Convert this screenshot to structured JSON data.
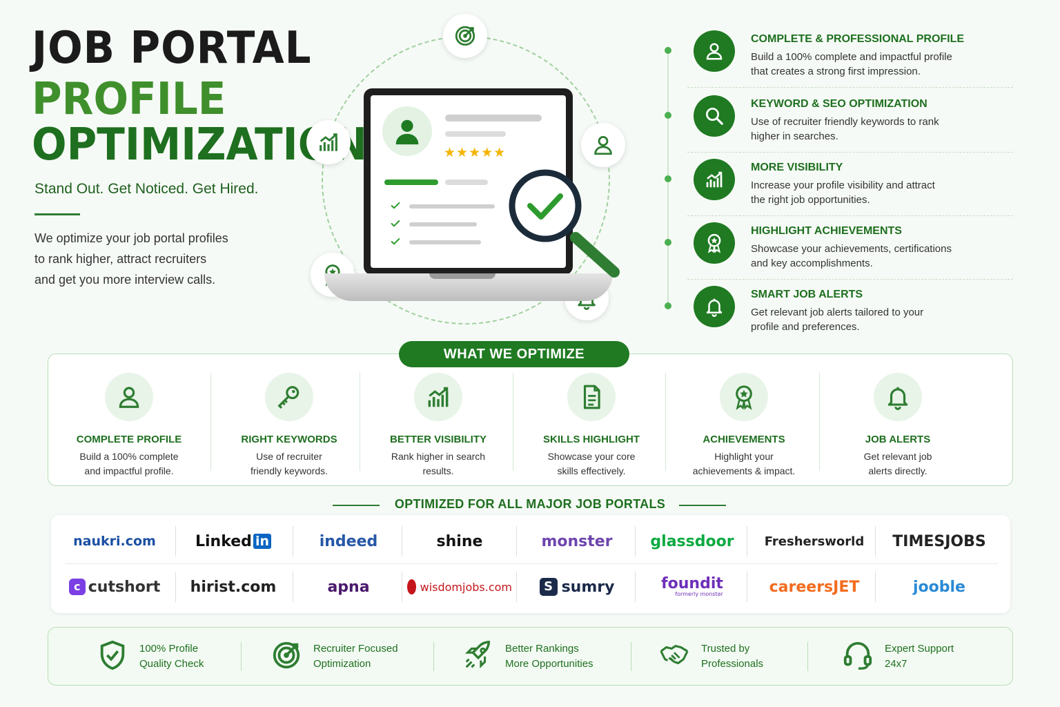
{
  "header": {
    "title_line1": "JOB PORTAL",
    "title_line2": "PROFILE",
    "title_line3": "OPTIMIZATION",
    "tagline": "Stand Out. Get Noticed. Get Hired.",
    "intro_line1": "We optimize your job portal profiles",
    "intro_line2": "to rank higher, attract recruiters",
    "intro_line3": "and get you more interview calls."
  },
  "illustration": {
    "rating_stars": "★★★★★",
    "orbit_icons": [
      "target-icon",
      "chart-icon",
      "user-icon",
      "badge-icon",
      "bell-icon"
    ]
  },
  "features": [
    {
      "icon": "user-icon",
      "title": "COMPLETE & PROFESSIONAL PROFILE",
      "desc1": "Build a 100% complete and impactful profile",
      "desc2": "that creates a strong first impression."
    },
    {
      "icon": "search-icon",
      "title": "KEYWORD & SEO OPTIMIZATION",
      "desc1": "Use of recruiter friendly keywords to rank",
      "desc2": "higher in searches."
    },
    {
      "icon": "chart-icon",
      "title": "MORE VISIBILITY",
      "desc1": "Increase your profile visibility and attract",
      "desc2": "the right job opportunities."
    },
    {
      "icon": "badge-icon",
      "title": "HIGHLIGHT ACHIEVEMENTS",
      "desc1": "Showcase your achievements, certifications",
      "desc2": "and key accomplishments."
    },
    {
      "icon": "bell-icon",
      "title": "SMART JOB ALERTS",
      "desc1": "Get relevant job alerts tailored to your",
      "desc2": "profile and preferences."
    }
  ],
  "optimize": {
    "heading": "WHAT WE OPTIMIZE",
    "items": [
      {
        "icon": "user-icon",
        "title": "COMPLETE PROFILE",
        "desc1": "Build a 100% complete",
        "desc2": "and impactful profile."
      },
      {
        "icon": "key-icon",
        "title": "RIGHT KEYWORDS",
        "desc1": "Use of recruiter",
        "desc2": "friendly keywords."
      },
      {
        "icon": "chart-icon",
        "title": "BETTER VISIBILITY",
        "desc1": "Rank higher in search",
        "desc2": "results."
      },
      {
        "icon": "document-icon",
        "title": "SKILLS HIGHLIGHT",
        "desc1": "Showcase your core",
        "desc2": "skills effectively."
      },
      {
        "icon": "badge-icon",
        "title": "ACHIEVEMENTS",
        "desc1": "Highlight your",
        "desc2": "achievements & impact."
      },
      {
        "icon": "bell-icon",
        "title": "JOB ALERTS",
        "desc1": "Get relevant job",
        "desc2": "alerts directly."
      }
    ]
  },
  "portals": {
    "heading": "OPTIMIZED FOR ALL MAJOR JOB PORTALS",
    "row1": [
      {
        "name": "naukri.com",
        "color": "#1a4fa3"
      },
      {
        "name": "LinkedIn",
        "color": "#111111"
      },
      {
        "name": "indeed",
        "color": "#2557a7"
      },
      {
        "name": "shine",
        "color": "#111111"
      },
      {
        "name": "monster",
        "color": "#6e46ae"
      },
      {
        "name": "glassdoor",
        "color": "#0caa41"
      },
      {
        "name": "Freshersworld",
        "color": "#222222"
      },
      {
        "name": "TIMESJOBS",
        "color": "#222222"
      }
    ],
    "row2": [
      {
        "name": "cutshort",
        "color": "#333333"
      },
      {
        "name": "hirist.com",
        "color": "#222222"
      },
      {
        "name": "apna",
        "color": "#4b1a6b"
      },
      {
        "name": "wisdomjobs.com",
        "color": "#c4161c"
      },
      {
        "name": "sumry",
        "color": "#1c2a4a"
      },
      {
        "name": "foundit",
        "color": "#6e2fb8"
      },
      {
        "name": "careersJET",
        "color": "#f26c1f"
      },
      {
        "name": "jooble",
        "color": "#2a8ad6"
      }
    ],
    "linkedin_in": "in",
    "foundit_sub": "formerly monster"
  },
  "bottom": [
    {
      "icon": "shield-check-icon",
      "line1": "100% Profile",
      "line2": "Quality Check"
    },
    {
      "icon": "target-icon",
      "line1": "Recruiter Focused",
      "line2": "Optimization"
    },
    {
      "icon": "rocket-icon",
      "line1": "Better Rankings",
      "line2": "More Opportunities"
    },
    {
      "icon": "handshake-icon",
      "line1": "Trusted by",
      "line2": "Professionals"
    },
    {
      "icon": "headset-icon",
      "line1": "Expert Support",
      "line2": "24x7"
    }
  ],
  "colors": {
    "brand_dark": "#1e6f1f",
    "brand_light": "#3f8f2c",
    "star": "#f5b400"
  }
}
